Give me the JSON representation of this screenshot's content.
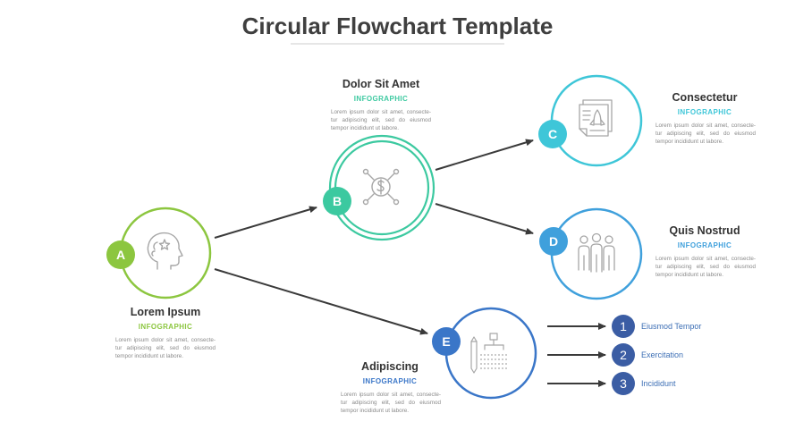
{
  "title": "Circular Flowchart Template",
  "colors": {
    "a": "#8cc63f",
    "b": "#3cc9a0",
    "c": "#3ec6d8",
    "d": "#3fa0dc",
    "e": "#3a76c8",
    "num": "#3b5da4",
    "arrow": "#3a3a3a",
    "icon": "#a6a6a6"
  },
  "nodes": {
    "a": {
      "letter": "A",
      "title": "Lorem Ipsum",
      "subtitle": "INFOGRAPHIC",
      "desc": "Lorem ipsum dolor sit amet, consecte- tur adipiscing elit, sed do eiusmod tempor incididunt ut labore.",
      "icon": "head-idea-icon"
    },
    "b": {
      "letter": "B",
      "title": "Dolor Sit Amet",
      "subtitle": "INFOGRAPHIC",
      "desc": "Lorem ipsum dolor sit amet, consecte- tur adipiscing elit, sed do eiusmod tempor incididunt ut labore.",
      "icon": "dollar-network-icon"
    },
    "c": {
      "letter": "C",
      "title": "Consectetur",
      "subtitle": "INFOGRAPHIC",
      "desc": "Lorem ipsum dolor sit amet, consecte- tur adipiscing elit, sed do eiusmod tempor incididunt ut labore.",
      "icon": "document-rocket-icon"
    },
    "d": {
      "letter": "D",
      "title": "Quis Nostrud",
      "subtitle": "INFOGRAPHIC",
      "desc": "Lorem ipsum dolor sit amet, consecte- tur adipiscing elit, sed do eiusmod tempor incididunt ut labore.",
      "icon": "team-people-icon"
    },
    "e": {
      "letter": "E",
      "title": "Adipiscing",
      "subtitle": "INFOGRAPHIC",
      "desc": "Lorem ipsum dolor sit amet, consecte- tur adipiscing elit, sed do eiusmod tempor incididunt ut labore.",
      "icon": "pencil-hierarchy-icon"
    }
  },
  "steps": [
    {
      "number": "1",
      "label": "Eiusmod Tempor"
    },
    {
      "number": "2",
      "label": "Exercitation"
    },
    {
      "number": "3",
      "label": "Incididunt"
    }
  ]
}
